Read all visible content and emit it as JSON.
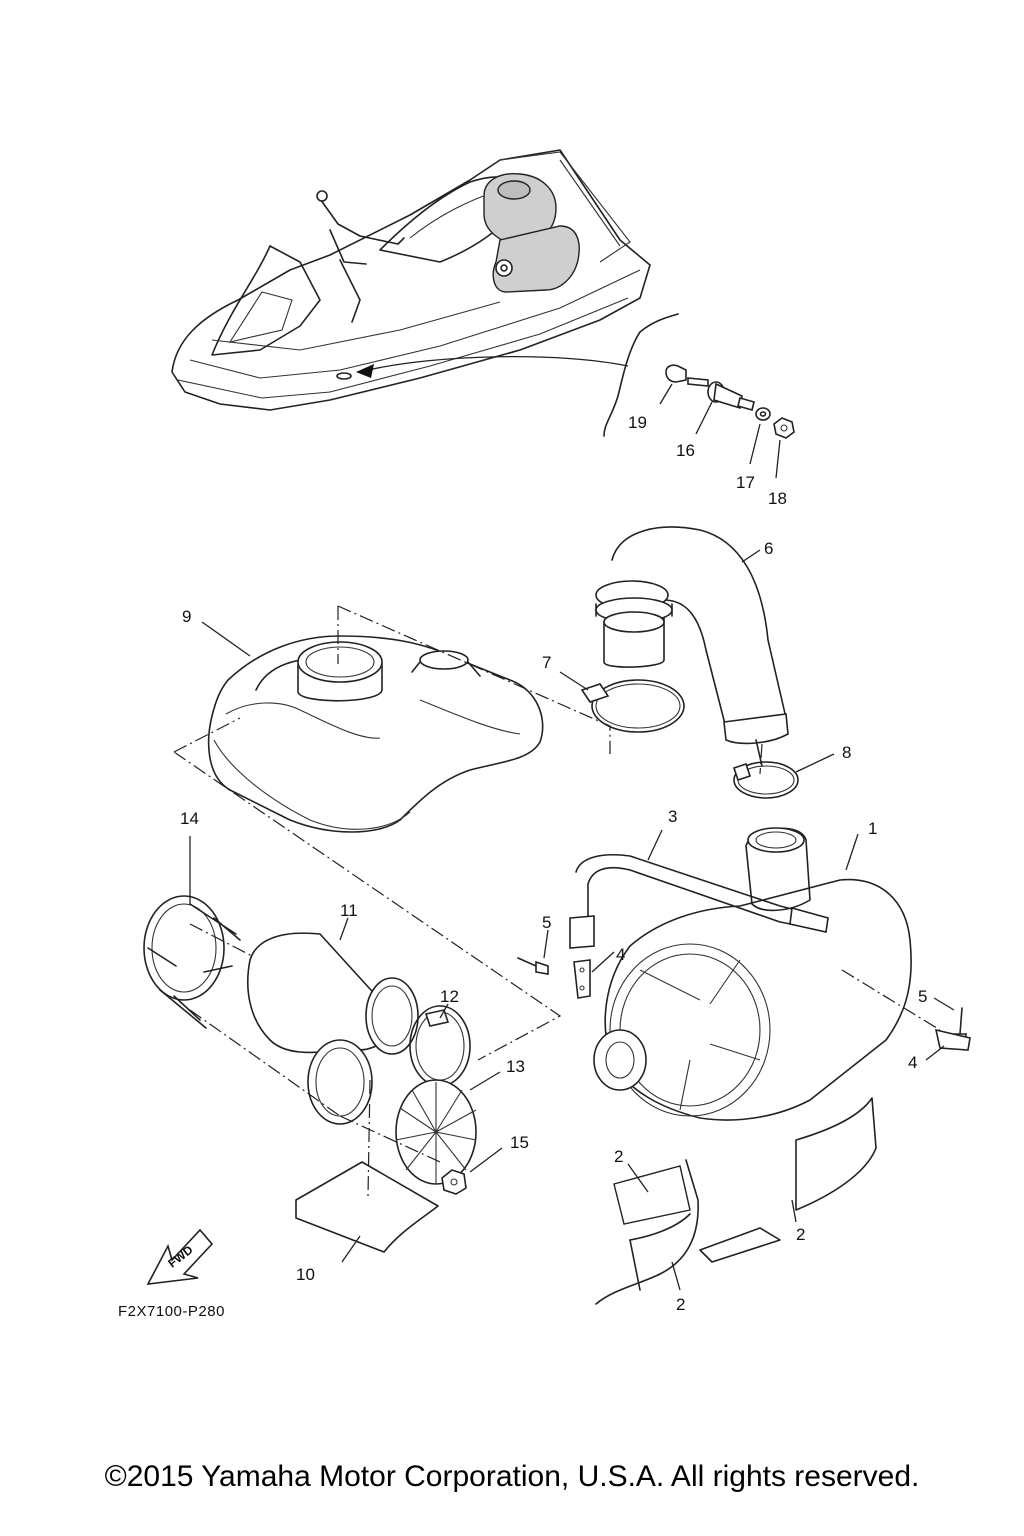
{
  "diagram": {
    "code": "F2X7100-P280",
    "fwd_label": "FWD",
    "callouts": {
      "c1": "1",
      "c2a": "2",
      "c2b": "2",
      "c2c": "2",
      "c3": "3",
      "c4a": "4",
      "c4b": "4",
      "c5a": "5",
      "c5b": "5",
      "c6": "6",
      "c7": "7",
      "c8": "8",
      "c9": "9",
      "c10": "10",
      "c11": "11",
      "c12": "12",
      "c13": "13",
      "c14": "14",
      "c15": "15",
      "c16": "16",
      "c17": "17",
      "c18": "18",
      "c19": "19"
    }
  },
  "footer": {
    "copyright": "©2015 Yamaha Motor Corporation, U.S.A. All rights reserved."
  }
}
